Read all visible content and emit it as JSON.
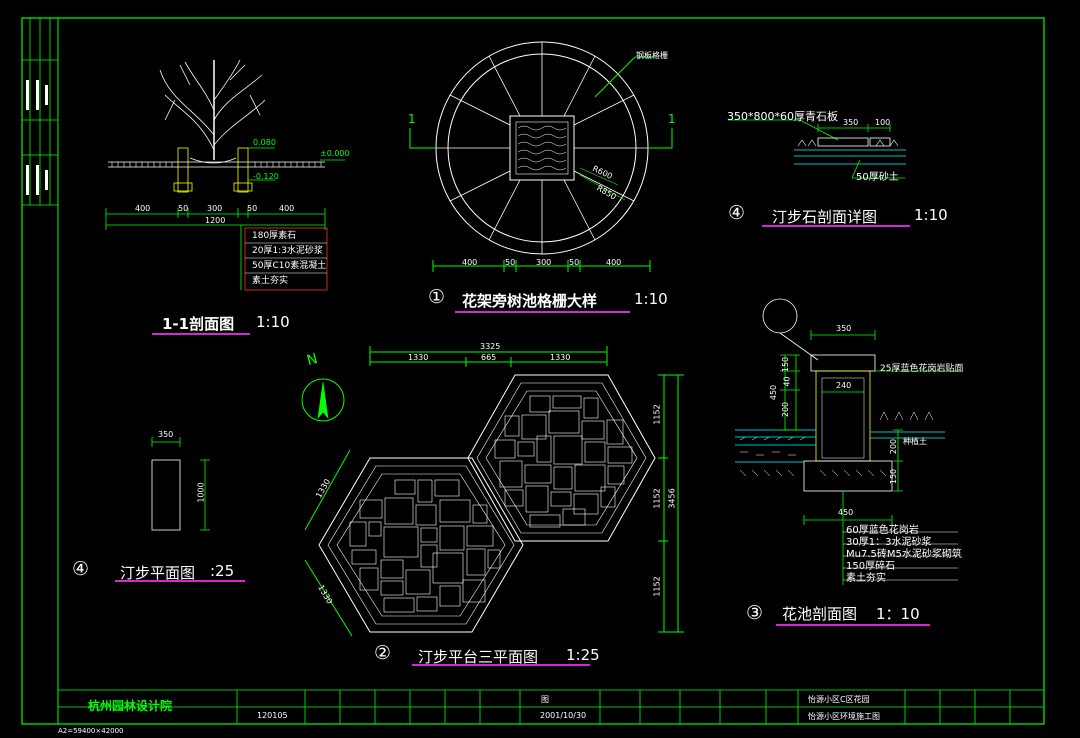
{
  "frame": {
    "line_color": "#00ff00",
    "bg_color": "#000000",
    "mark_color": "#d726d7"
  },
  "drawings": {
    "section_1_1": {
      "title": "1-1剖面图",
      "scale": "1:10",
      "dims": [
        "400",
        "50",
        "300",
        "50",
        "400"
      ],
      "total": "1200",
      "levels": [
        "0.080",
        "±0.000",
        "-0.120"
      ],
      "layers": [
        "180厚素石",
        "20厚1:3水泥砂浆",
        "50厚C10素混凝土",
        "素土夯实"
      ]
    },
    "tree_grate": {
      "num": "①",
      "title": "花架旁树池格栅大样",
      "scale": "1:10",
      "dims": [
        "400",
        "50",
        "300",
        "50",
        "400"
      ],
      "label": "钢板格栅",
      "section_marks": [
        "1",
        "1"
      ],
      "radii": [
        "R600",
        "R850"
      ]
    },
    "stepping_stone_section": {
      "num": "④",
      "title": "汀步石剖面详图",
      "scale": "1:10",
      "spec": "350*800*60厚青石板",
      "dims": [
        "350",
        "100"
      ],
      "sand": "50厚砂土"
    },
    "stepping_plan": {
      "num": "④",
      "title": "汀步平面图",
      "scale": ":25",
      "dims": [
        "350",
        "1000"
      ]
    },
    "platform_plan": {
      "num": "②",
      "title": "汀步平台三平面图",
      "scale": "1:25",
      "top_dims": [
        "3325",
        "1330",
        "665",
        "1330"
      ],
      "right_dims": [
        "1152",
        "1152",
        "1152"
      ],
      "right_total": "3456",
      "side_dims": [
        "1330",
        "1330"
      ],
      "north": "N"
    },
    "planter_section": {
      "num": "③",
      "title": "花池剖面图",
      "scale": "1：10",
      "top_dim": "350",
      "inner_dim": "240",
      "base_dim": "450",
      "left_dims": [
        "150",
        "40",
        "200",
        "450"
      ],
      "right_dims": [
        "200",
        "150"
      ],
      "cap_note": "25厚蓝色花岗岩贴面",
      "soil": "种植土",
      "layers": [
        "60厚蓝色花岗岩",
        "30厚1：3水泥砂浆",
        "Mu7.5砖M5水泥砂浆砌筑",
        "150厚碎石",
        "素土夯实"
      ]
    }
  },
  "title_block": {
    "company": "杭州园林设计院",
    "drawing_no": "120105",
    "sheet": "图",
    "date": "2001/10/30",
    "project": "怡源小区C区花园",
    "sheet_name": "怡源小区环境施工图",
    "paper": "A2=59400×42000"
  }
}
